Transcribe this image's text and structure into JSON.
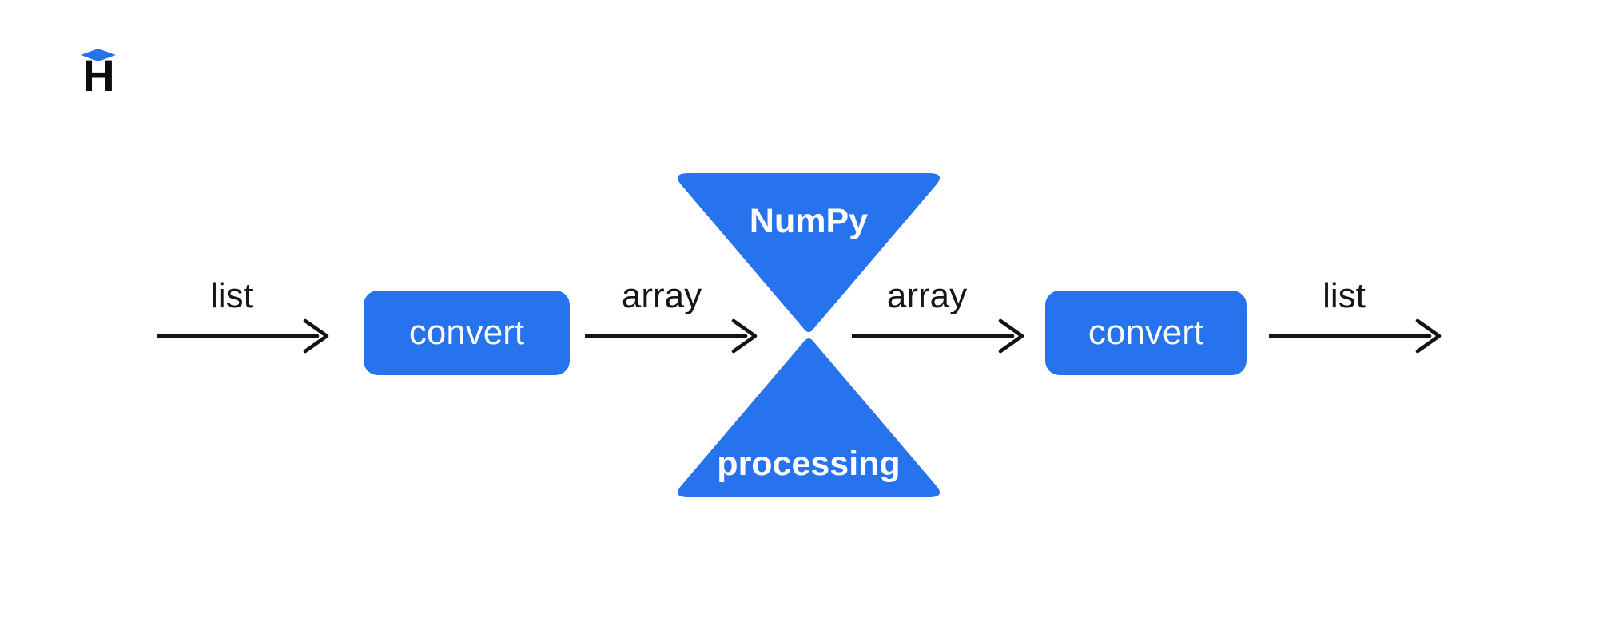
{
  "logo": {
    "letter": "H"
  },
  "colors": {
    "primary_blue": "#2772ED",
    "arrow_black": "#131313",
    "label_text": "#161616",
    "node_text": "#FFFFFF",
    "background": "#FFFFFF"
  },
  "flow": {
    "edges": [
      {
        "label": "list"
      },
      {
        "label": "array"
      },
      {
        "label": "array"
      },
      {
        "label": "list"
      }
    ],
    "convert_nodes": [
      {
        "label": "convert"
      },
      {
        "label": "convert"
      }
    ],
    "hourglass": {
      "top_label": "NumPy",
      "bottom_label": "processing"
    }
  }
}
